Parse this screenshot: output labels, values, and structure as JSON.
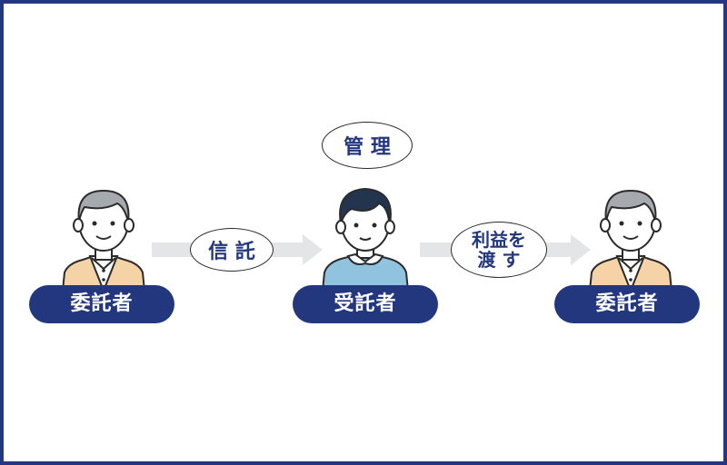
{
  "diagram": {
    "top_label": "管 理",
    "left_label": "委託者",
    "center_label": "受託者",
    "right_label": "委託者",
    "arrow1_label": "信 託",
    "arrow2_label_line1": "利益を",
    "arrow2_label_line2": "渡 す"
  },
  "colors": {
    "frame": "#23377f",
    "pill": "#23377f",
    "text": "#23377f",
    "arrow": "#e3e5e6",
    "elder_cardigan": "#f5d3a6",
    "younger_sweater": "#8fc3de"
  },
  "icons": [
    "elder-person-icon",
    "young-person-icon",
    "right-arrow-icon"
  ]
}
